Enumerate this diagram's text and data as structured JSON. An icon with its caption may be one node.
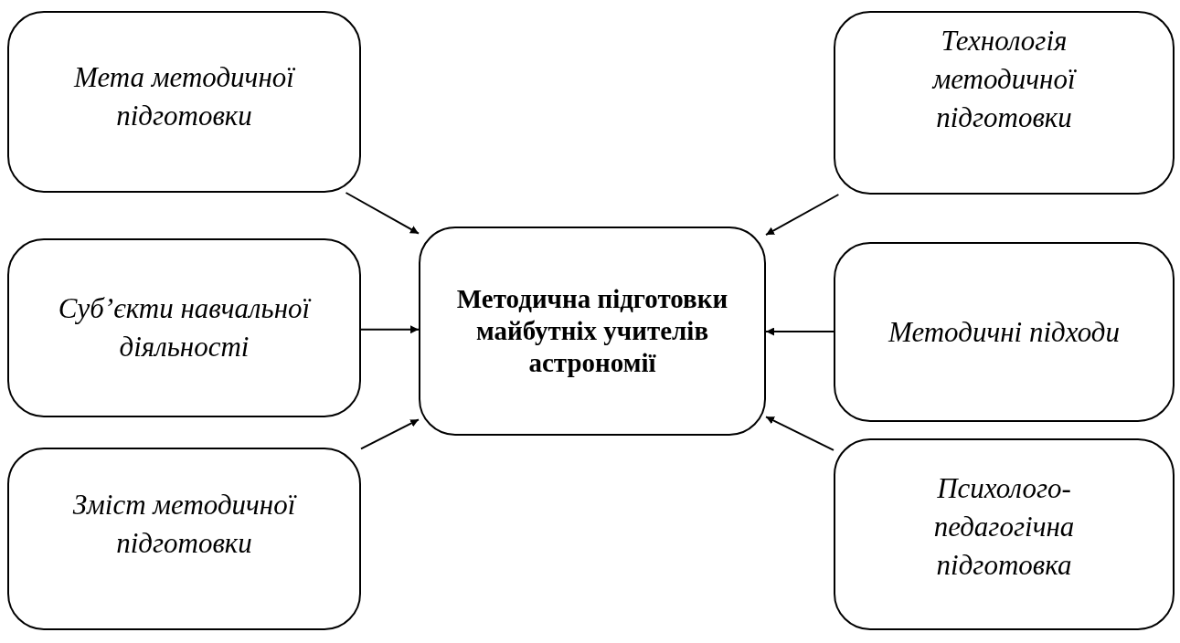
{
  "diagram": {
    "nodes": [
      {
        "text": [
          "Мета методичної підготовки"
        ]
      },
      {
        "text": [
          "Технологія методичної підготовки"
        ]
      },
      {
        "text": [
          "Суб’єкти навчальної діяльності"
        ]
      },
      {
        "text": [
          "Методична підготовки майбутніх учителів астрономії"
        ]
      },
      {
        "text": [
          "Методичні підходи"
        ]
      },
      {
        "text": [
          "Зміст методичної підготовки"
        ]
      },
      {
        "text": [
          "Психолого-педагогічна підготовка"
        ]
      }
    ],
    "edges": [
      {
        "from": 0,
        "to": 3,
        "arrow": "to"
      },
      {
        "from": 1,
        "to": 3,
        "arrow": "to"
      },
      {
        "from": 2,
        "to": 3,
        "arrow": "to"
      },
      {
        "from": 4,
        "to": 3,
        "arrow": "to"
      },
      {
        "from": 5,
        "to": 3,
        "arrow": "to"
      },
      {
        "from": 6,
        "to": 3,
        "arrow": "to"
      }
    ]
  }
}
